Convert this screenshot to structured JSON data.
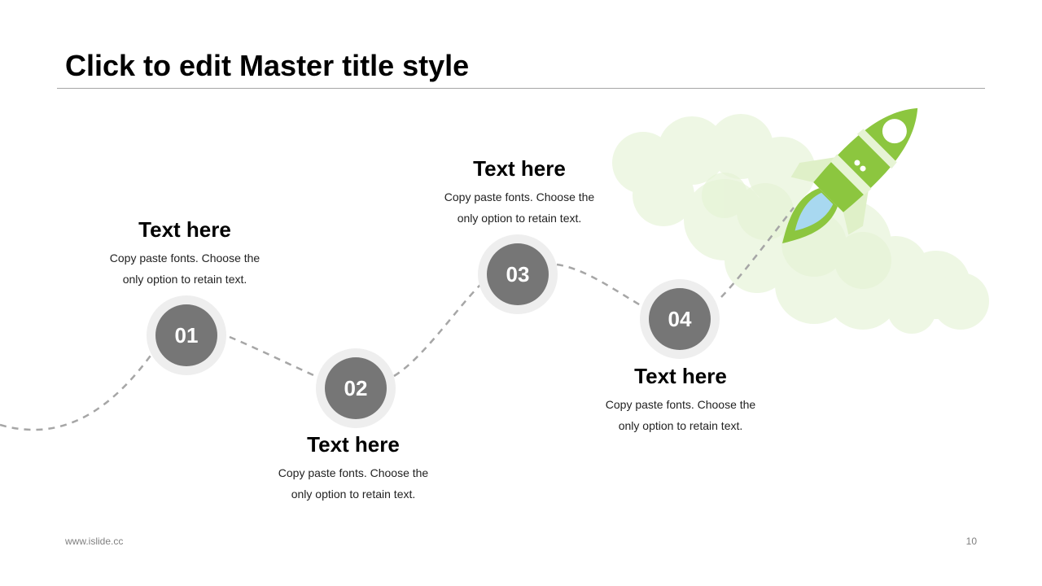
{
  "slide": {
    "title": "Click to edit Master title style",
    "footer_url": "www.islide.cc",
    "page_number": "10"
  },
  "steps": [
    {
      "number": "01",
      "heading": "Text here",
      "body_line1": "Copy paste fonts. Choose the",
      "body_line2": "only option to retain text."
    },
    {
      "number": "02",
      "heading": "Text here",
      "body_line1": "Copy paste fonts. Choose the",
      "body_line2": "only option to retain text."
    },
    {
      "number": "03",
      "heading": "Text here",
      "body_line1": "Copy paste fonts. Choose the",
      "body_line2": "only option to retain text."
    },
    {
      "number": "04",
      "heading": "Text here",
      "body_line1": "Copy paste fonts. Choose the",
      "body_line2": "only option to retain text."
    }
  ],
  "colors": {
    "rocket": "#8cc63f",
    "cloud": "#eaf5dc",
    "node": "#767676",
    "node_ring": "#eeeeee",
    "path": "#a6a6a6"
  },
  "icons": {
    "rocket": "rocket-icon",
    "cloud": "cloud-shape"
  }
}
